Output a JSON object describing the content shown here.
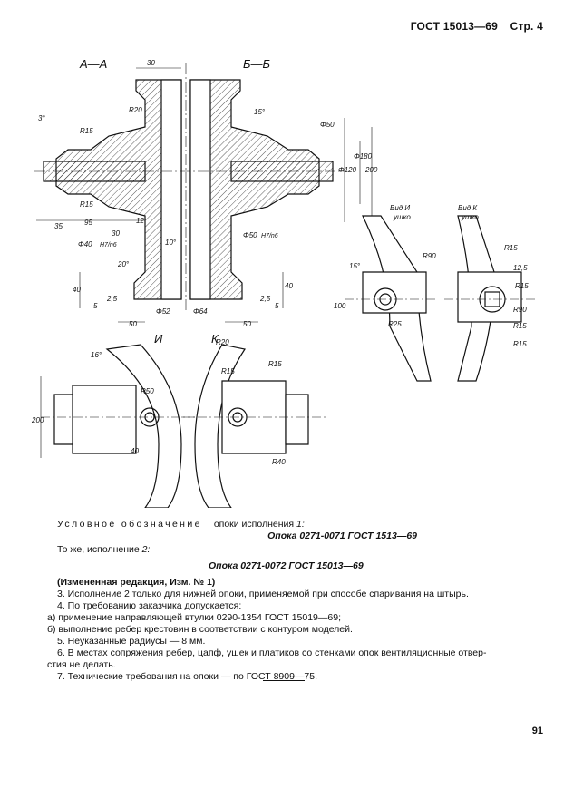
{
  "header": {
    "standard": "ГОСТ 15013—69",
    "page": "Стр. 4"
  },
  "drawing": {
    "section_a": "А—А",
    "section_b": "Б—Б",
    "view_i": "Вид И",
    "view_i_sub": "ушко",
    "view_k": "Вид К",
    "view_k_sub": "ушко",
    "arrow_i": "И",
    "arrow_k": "К",
    "dims": {
      "d30": "30",
      "d3deg": "3°",
      "r15": "R15",
      "r20": "R20",
      "d15deg": "15°",
      "f50": "Φ50",
      "f120": "Φ120",
      "f180": "Φ180",
      "d200": "200",
      "r15b": "R15",
      "d35": "35",
      "d95": "95",
      "d30b": "30",
      "d12": "12",
      "f40": "Φ40",
      "fit1": "H7/n6",
      "d20deg": "20°",
      "d10deg": "10°",
      "f50b": "Φ50",
      "fit2": "H7/n6",
      "d40": "40",
      "d5": "5",
      "d2_5": "2,5",
      "f52": "Φ52",
      "f64": "Φ64",
      "d2_5b": "2,5",
      "d40b": "40",
      "d5b": "5",
      "d50": "50",
      "d50b": "50",
      "r20b": "R20",
      "d16deg": "16°",
      "r50": "R50",
      "d200b": "200",
      "d40c": "40",
      "r15c": "R15",
      "r15d": "R15",
      "r40": "R40",
      "d15degb": "15°",
      "r90": "R90",
      "d100": "100",
      "r25": "R25",
      "r15e": "R15",
      "d12_5": "12,5",
      "r15f": "R15",
      "r90b": "R90",
      "r15g": "R15",
      "r15h": "R15"
    }
  },
  "text": {
    "designation_label": "Условное обозначение",
    "designation_mid": "опоки исполнения",
    "designation_num": "1:",
    "designation_value": "Опока 0271-0071 ГОСТ 1513—69",
    "same_label": "То же, исполнение",
    "same_num": "2:",
    "same_value": "Опока 0271-0072 ГОСТ 15013—69",
    "revision": "(Измененная редакция, Изм. № 1)",
    "item3": "3. Исполнение 2 только для нижней опоки, применяемой при способе спаривания на штырь.",
    "item4": "4. По требованию заказчика допускается:",
    "item4a": "а) применение направляющей втулки 0290-1354 ГОСТ 15019—69;",
    "item4b": "б) выполнение ребер крестовин в соответствии с контуром моделей.",
    "item5": "5. Неуказанные радиусы — 8 мм.",
    "item6a": "6. В местах сопряжения ребер, цапф, ушек и платиков со стенками опок вентиляционные отвер-",
    "item6b": "стия не делать.",
    "item7": "7. Технические требования на опоки — по ГОСТ 8909—75."
  },
  "footer": {
    "page_number": "91"
  }
}
